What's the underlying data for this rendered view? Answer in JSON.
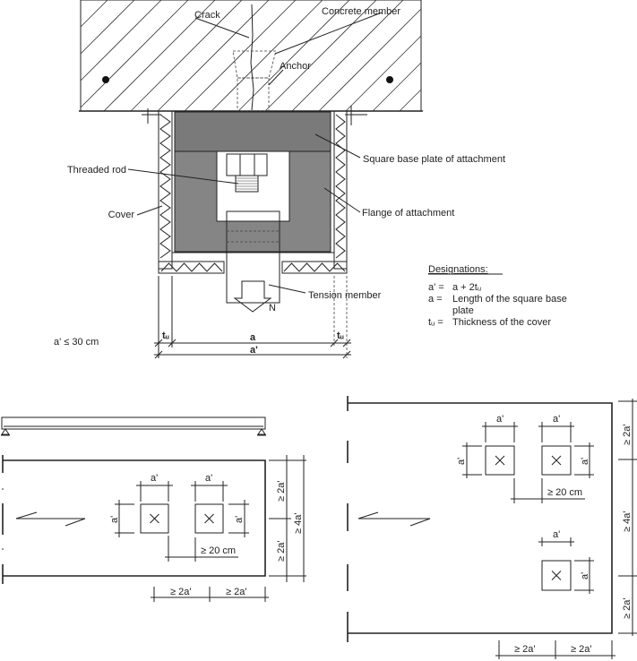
{
  "section": {
    "labels": {
      "crack": "Crack",
      "concrete_member": "Concrete member",
      "anchor": "Anchor",
      "square_base_plate": "Square base plate of attachment",
      "threaded_rod": "Threaded rod",
      "flange": "Flange of attachment",
      "cover": "Cover",
      "tension_member": "Tension member",
      "force": "N"
    },
    "dimensions": {
      "tu_left": "tᵤ",
      "a": "a",
      "tu_right": "tᵤ",
      "a_prime": "a'"
    },
    "limit": "a' ≤ 30 cm"
  },
  "designations": {
    "title": "Designations:",
    "items": [
      {
        "symbol": "a' =",
        "text": "a + 2tᵤ"
      },
      {
        "symbol": "a =",
        "text": "Length of the square base",
        "text2": "plate"
      },
      {
        "symbol": "tᵤ =",
        "text": "Thickness of the cover"
      }
    ]
  },
  "plan_left": {
    "a_prime": "a'",
    "spacing": "≥ 20 cm",
    "edge_2a": "≥ 2a'",
    "edge_4a": "≥ 4a'"
  },
  "plan_right": {
    "a_prime": "a'",
    "spacing": "≥ 20 cm",
    "edge_2a": "≥ 2a'",
    "edge_4a": "≥ 4a'"
  },
  "colors": {
    "line": "#222222",
    "plate": "#7a7a7a"
  }
}
